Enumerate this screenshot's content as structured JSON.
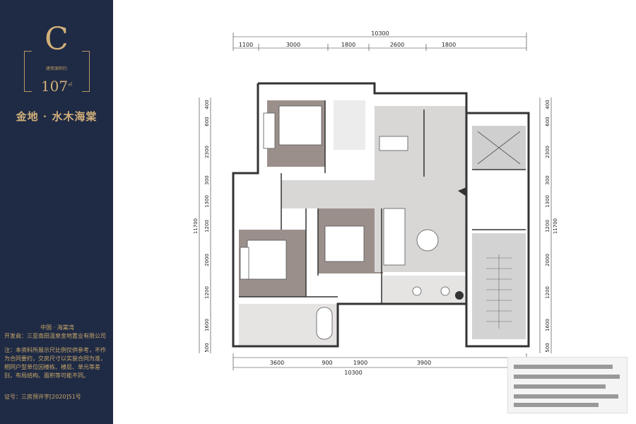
{
  "sidebar": {
    "type_letter": "C",
    "area_caption": "建筑面积约",
    "area_value": "107",
    "area_unit": "㎡",
    "brand": "金地 · 水木海棠",
    "location": "中国 · 海棠湾",
    "developer": "开发商：三亚南田温泉金地置业有限公司",
    "disclaimer": "注：本资料所展示尺比例仅供参考，不作为合同要约，交房尺寸以实装合同为准，相同户型单位因楼栋、楼层、单元等差别，布局结构、面积等可能不同。",
    "permit": "证号：三房预许字[2020]51号"
  },
  "plan": {
    "top_total": "10300",
    "top_dims": [
      "1100",
      "3000",
      "1800",
      "2600",
      "1800"
    ],
    "bottom_dims": [
      "3600",
      "900",
      "1900",
      "3900"
    ],
    "bottom_total": "10300",
    "left_total": "11700",
    "right_total": "11700",
    "left_dims": [
      "400",
      "600",
      "2300",
      "300",
      "1300",
      "1200",
      "2000",
      "1200",
      "1600",
      "500"
    ],
    "right_dims": [
      "400",
      "600",
      "2300",
      "300",
      "1300",
      "1200",
      "2000",
      "1200",
      "1600",
      "500"
    ]
  },
  "colors": {
    "sidebar_bg": "#1f2a44",
    "gold": "#c9a86a",
    "room_fill": "#9b8f8c",
    "living_fill": "#d9d6d6",
    "wall": "#333333"
  }
}
